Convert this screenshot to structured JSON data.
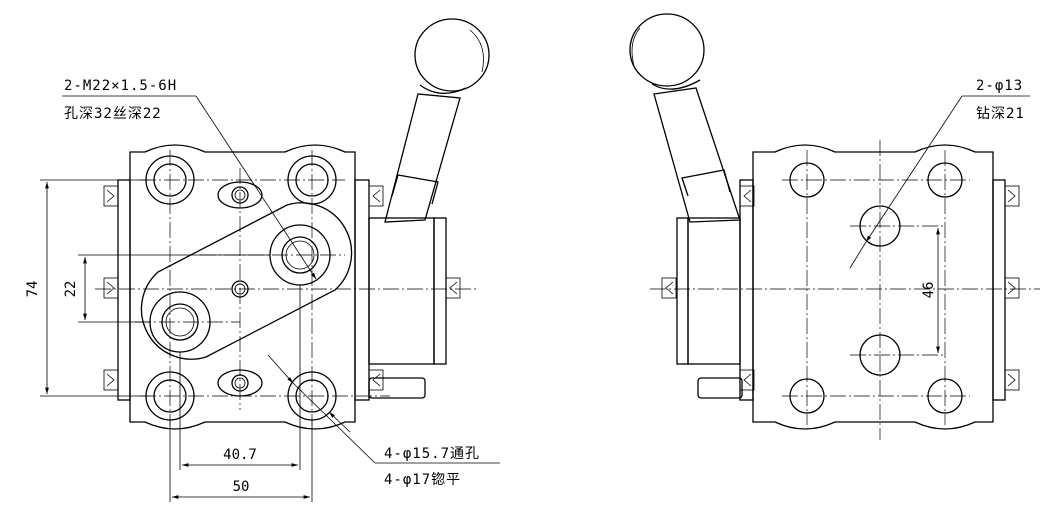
{
  "annotations": {
    "thread_line1": "2-M22×1.5-6H",
    "thread_line2": "孔深32丝深22",
    "thru_line1": "4-φ15.7通孔",
    "thru_line2": "4-φ17锪平",
    "drill_line1": "2-φ13",
    "drill_line2": "钻深21"
  },
  "dimensions": {
    "d74": "74",
    "d22": "22",
    "d40_7": "40.7",
    "d50": "50",
    "d46": "46"
  }
}
